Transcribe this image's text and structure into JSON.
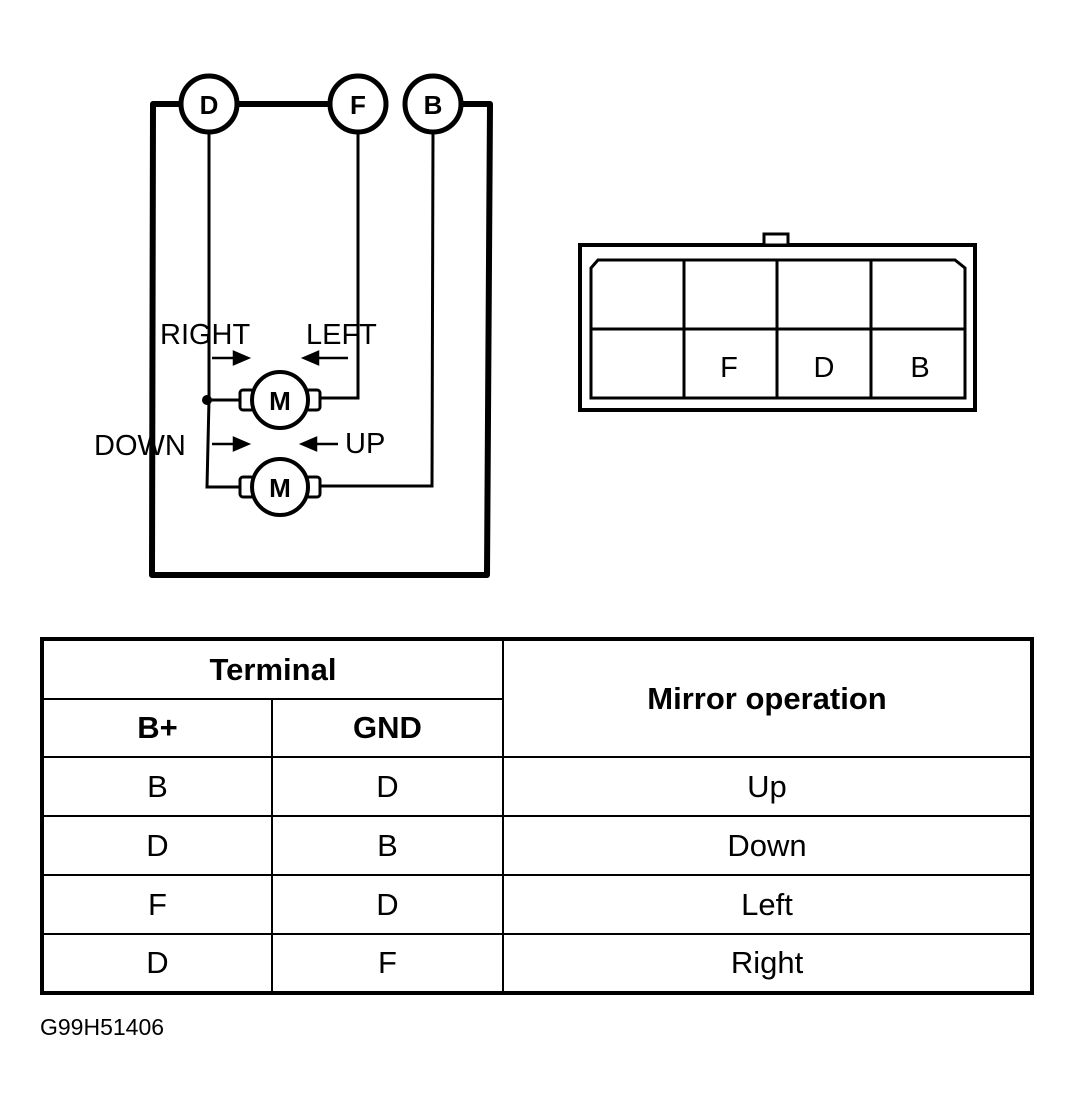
{
  "schematic": {
    "terminals": [
      "D",
      "F",
      "B"
    ],
    "labels": {
      "right": "RIGHT",
      "left": "LEFT",
      "down": "DOWN",
      "up": "UP"
    },
    "motor_label": "M"
  },
  "connector": {
    "top_row": [
      "",
      "",
      "",
      ""
    ],
    "bottom_row": [
      "",
      "F",
      "D",
      "B"
    ]
  },
  "table": {
    "header_group": "Terminal",
    "col_bplus": "B+",
    "col_gnd": "GND",
    "col_operation": "Mirror operation",
    "rows": [
      {
        "bplus": "B",
        "gnd": "D",
        "operation": "Up"
      },
      {
        "bplus": "D",
        "gnd": "B",
        "operation": "Down"
      },
      {
        "bplus": "F",
        "gnd": "D",
        "operation": "Left"
      },
      {
        "bplus": "D",
        "gnd": "F",
        "operation": "Right"
      }
    ]
  },
  "figure_code": "G99H51406"
}
